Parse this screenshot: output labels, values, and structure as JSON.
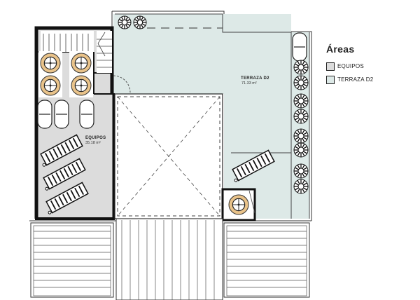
{
  "legend": {
    "title": "Áreas",
    "items": [
      {
        "label": "EQUIPOS",
        "color": "#dcdcdc"
      },
      {
        "label": "TERRAZA D2",
        "color": "#dde9e7"
      }
    ]
  },
  "rooms": {
    "terraza": {
      "name": "TERRAZA D2",
      "area": "71.33 m²",
      "color": "#dde9e7"
    },
    "equipos": {
      "name": "EQUIPOS",
      "area": "35.18 m²",
      "color": "#dcdcdc"
    }
  }
}
